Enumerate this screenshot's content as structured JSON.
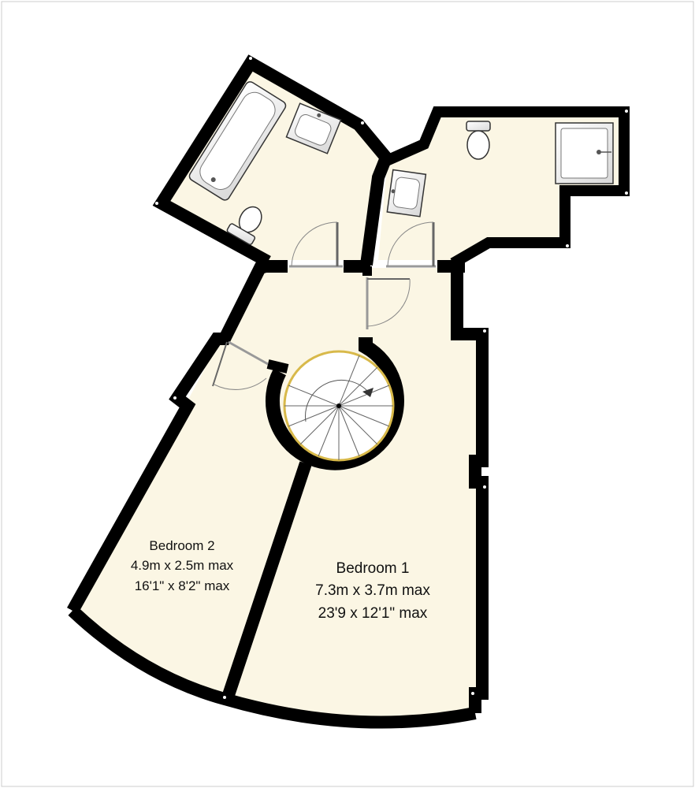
{
  "rooms": {
    "bedroom1": {
      "name": "Bedroom 1",
      "metric": "7.3m x 3.7m max",
      "imperial": "23'9 x 12'1\" max"
    },
    "bedroom2": {
      "name": "Bedroom 2",
      "metric": "4.9m x 2.5m max",
      "imperial": "16'1\" x 8'2\" max"
    }
  },
  "colors": {
    "floor": "#fbf6e4",
    "wall": "#000000",
    "stair_accent": "#d8b94a",
    "fixture_fill": "#ffffff",
    "fixture_stroke": "#333333",
    "frame": "#cccccc"
  }
}
